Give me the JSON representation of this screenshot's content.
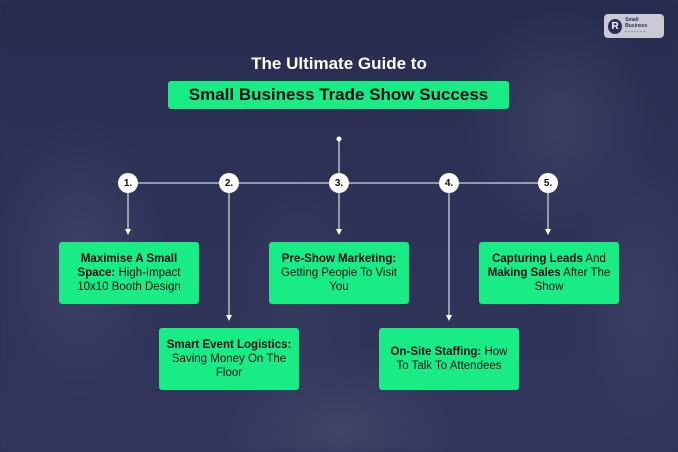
{
  "logo": {
    "mark": "R",
    "line1": "Small Business",
    "line2": "- - - - - - -"
  },
  "title": "The Ultimate Guide to",
  "subtitle": "Small Business Trade Show Success",
  "steps": [
    {
      "num": "1.",
      "bold": "Maximise A Small Space:",
      "rest": "High-Impact 10x10 Booth Design"
    },
    {
      "num": "2.",
      "bold": "Smart Event Logistics:",
      "rest": "Saving Money On The Floor"
    },
    {
      "num": "3.",
      "bold": "Pre-Show Marketing:",
      "rest": "Getting People To Visit You"
    },
    {
      "num": "4.",
      "bold": "On-Site Staffing:",
      "rest": "How To Talk To Attendees"
    },
    {
      "num": "5.",
      "bold": "Capturing Leads",
      "mid": "And",
      "bold2": "Making Sales",
      "rest": "After The Show"
    }
  ]
}
